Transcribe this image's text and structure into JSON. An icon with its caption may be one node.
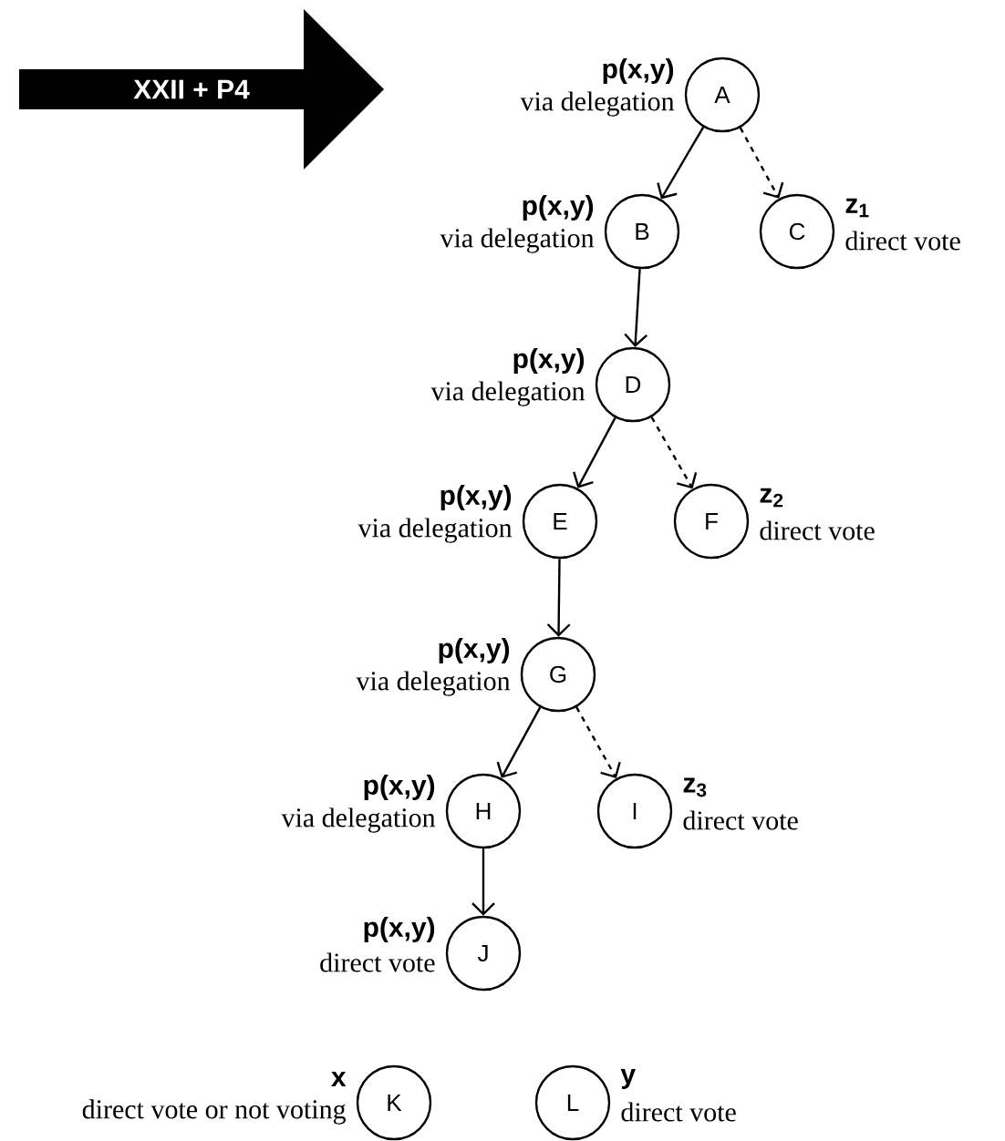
{
  "diagram": {
    "nodes": [
      {
        "text": [
          "XXII + P4"
        ]
      },
      {
        "text": [
          "A"
        ],
        "beside": [
          "p(x,y)",
          "via delegation"
        ]
      },
      {
        "text": [
          "B"
        ],
        "beside": [
          "p(x,y)",
          "via delegation"
        ]
      },
      {
        "text": [
          "C"
        ],
        "beside": [
          "z$_{1}$",
          "direct vote"
        ]
      },
      {
        "text": [
          "D"
        ],
        "beside": [
          "p(x,y)",
          "via delegation"
        ]
      },
      {
        "text": [
          "E"
        ],
        "beside": [
          "p(x,y)",
          "via delegation"
        ]
      },
      {
        "text": [
          "F"
        ],
        "beside": [
          "z$_{2}$",
          "direct vote"
        ]
      },
      {
        "text": [
          "G"
        ],
        "beside": [
          "p(x,y)",
          "via delegation"
        ]
      },
      {
        "text": [
          "H"
        ],
        "beside": [
          "p(x,y)",
          "via delegation"
        ]
      },
      {
        "text": [
          "I"
        ],
        "beside": [
          "z$_{3}$",
          "direct vote"
        ]
      },
      {
        "text": [
          "J"
        ],
        "beside": [
          "p(x,y)",
          "direct vote"
        ]
      },
      {
        "text": [
          "K"
        ],
        "beside": [
          "x",
          "direct vote or not voting"
        ]
      },
      {
        "text": [
          "L"
        ],
        "beside": [
          "y",
          "direct vote"
        ]
      }
    ],
    "edges": [
      {
        "from": 1,
        "to": 2,
        "arrow": "to"
      },
      {
        "from": 1,
        "to": 3,
        "arrow": "to",
        "style": "dashed"
      },
      {
        "from": 2,
        "to": 4,
        "arrow": "to"
      },
      {
        "from": 4,
        "to": 5,
        "arrow": "to"
      },
      {
        "from": 4,
        "to": 6,
        "arrow": "to",
        "style": "dashed"
      },
      {
        "from": 5,
        "to": 7,
        "arrow": "to"
      },
      {
        "from": 7,
        "to": 8,
        "arrow": "to"
      },
      {
        "from": 7,
        "to": 9,
        "arrow": "to",
        "style": "dashed"
      },
      {
        "from": 8,
        "to": 10,
        "arrow": "to"
      }
    ]
  }
}
